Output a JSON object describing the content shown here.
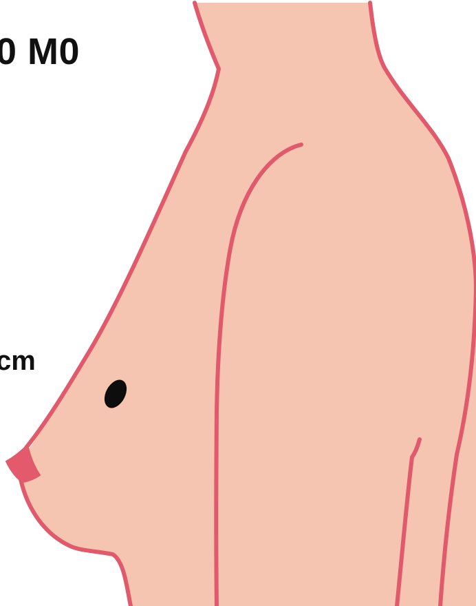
{
  "labels": {
    "stage": "0 M0",
    "size": "cm"
  },
  "colors": {
    "skin": "#F5C5B1",
    "outline": "#E05A6C",
    "nipple": "#E35A6C",
    "tumor": "#0D0D0D",
    "text": "#111111"
  },
  "icons": [
    "torso-side-view",
    "tumor-marker",
    "nipple"
  ]
}
